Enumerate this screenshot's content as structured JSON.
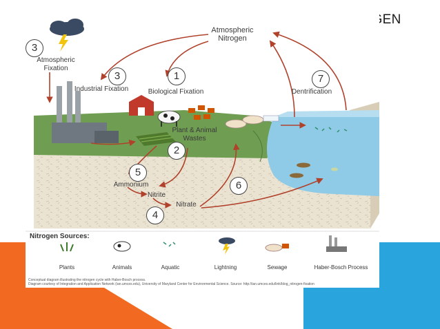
{
  "slide": {
    "title": "SIKLUS NITROGEN"
  },
  "diagram": {
    "atmospheric_nitrogen": "Atmospheric\nNitrogen",
    "atmospheric_fixation": "Atmospheric\nFixation",
    "industrial_fixation": "Industrial Fixation",
    "biological_fixation": "Biological Fixation",
    "denitrification": "Dentrification",
    "plant_animal_wastes": "Plant & Animal\nWastes",
    "ammonium": "Ammonium",
    "nitrite": "Nitrite",
    "nitrate": "Nitrate",
    "steps": [
      "1",
      "2",
      "3",
      "3",
      "4",
      "5",
      "6",
      "7"
    ]
  },
  "sources": {
    "title": "Nitrogen Sources:",
    "items": [
      "Plants",
      "Animals",
      "Aquatic",
      "Lightning",
      "Sewage",
      "Haber-Bosch Process"
    ]
  },
  "caption": {
    "line1": "Conceptual diagram illustrating the nitrogen cycle with Haber-Bosch process.",
    "line2": "Diagram courtesy of Integration and Application Network (ian.umces.edu), University of Maryland Center for Environmental Science. Source: http://ian.umces.edu/link/blog_nitrogen-fixation"
  },
  "colors": {
    "accent_orange": "#f26a21",
    "accent_blue": "#2aa4dc",
    "arrow": "#b0422c",
    "grass": "#6a9a4f",
    "water": "#8ecbe8",
    "soil": "#e9e1d0"
  }
}
